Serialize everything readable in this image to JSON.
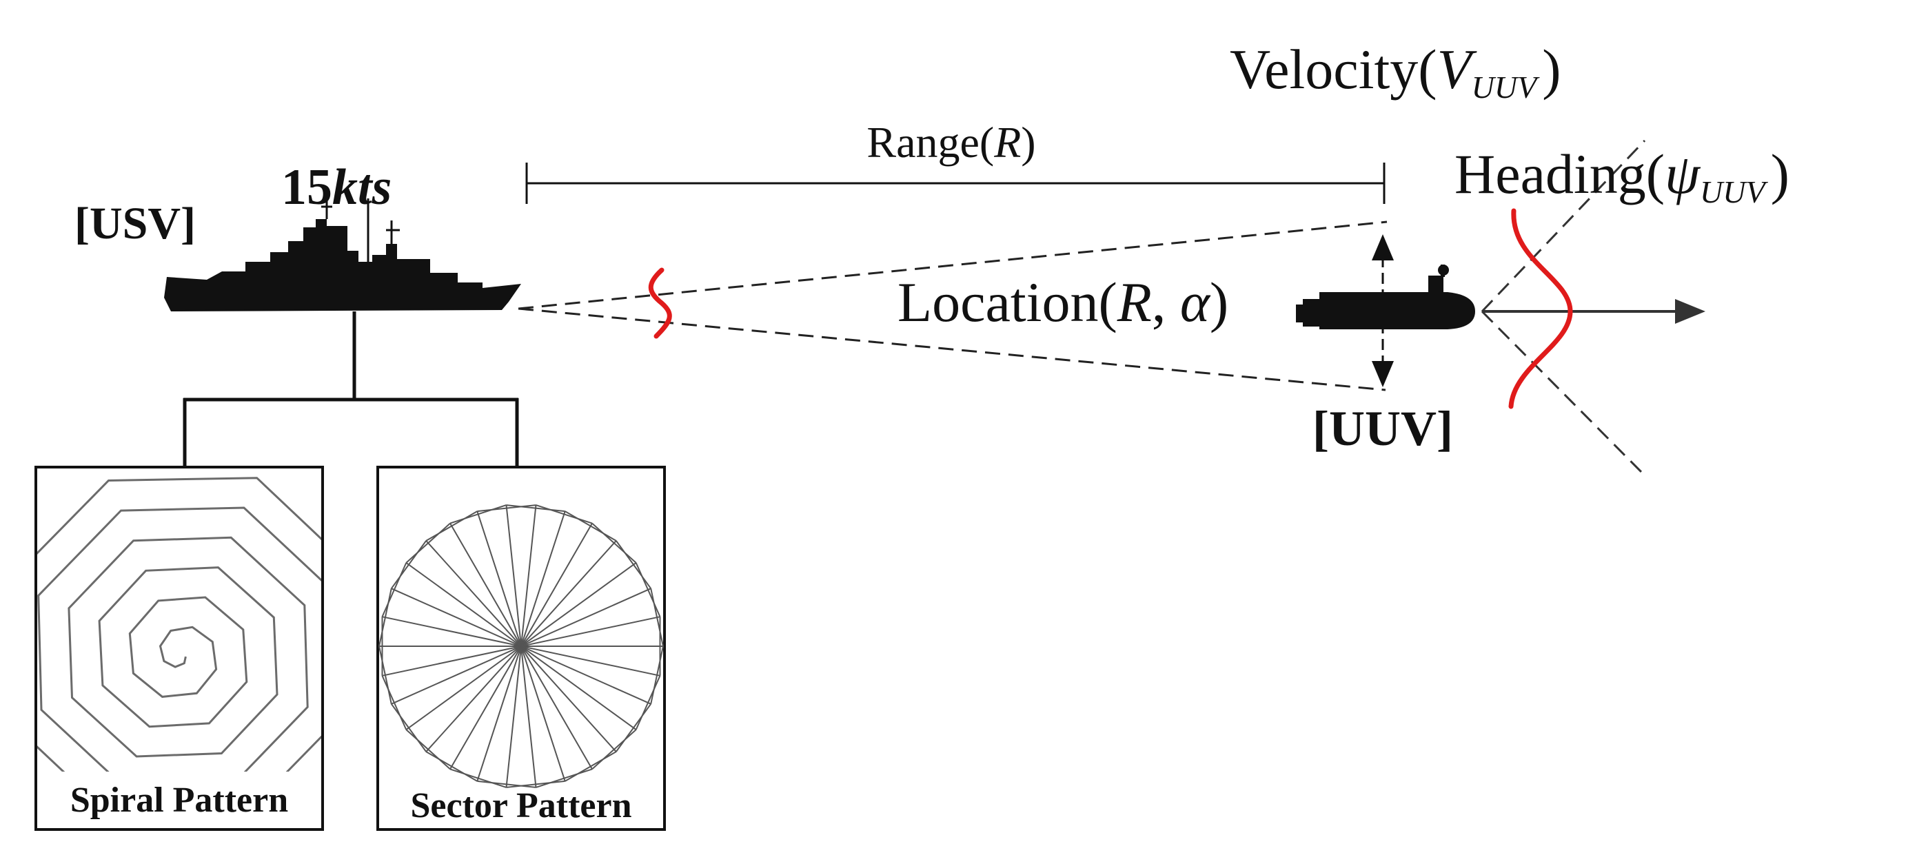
{
  "usv": {
    "label": "[USV]",
    "speed_number": "15",
    "speed_unit": "kts"
  },
  "uuv": {
    "label": "[UUV]",
    "velocity_word": "Velocity(",
    "velocity_symbol": "V",
    "velocity_sub": "UUV",
    "velocity_close": ")",
    "heading_word": "Heading(",
    "heading_symbol": "ψ",
    "heading_sub": "UUV",
    "heading_close": ")",
    "location_word": "Location(",
    "location_r": "R",
    "location_sep": ", ",
    "location_alpha": "α",
    "location_close": ")"
  },
  "range": {
    "word": "Range(",
    "symbol": "R",
    "close": ")"
  },
  "patterns": {
    "spiral_label": "Spiral Pattern",
    "sector_label": "Sector Pattern"
  },
  "colors": {
    "ink": "#111111",
    "signal": "#e01b1b",
    "pattern_line": "#6b6b6b",
    "background": "#ffffff"
  }
}
